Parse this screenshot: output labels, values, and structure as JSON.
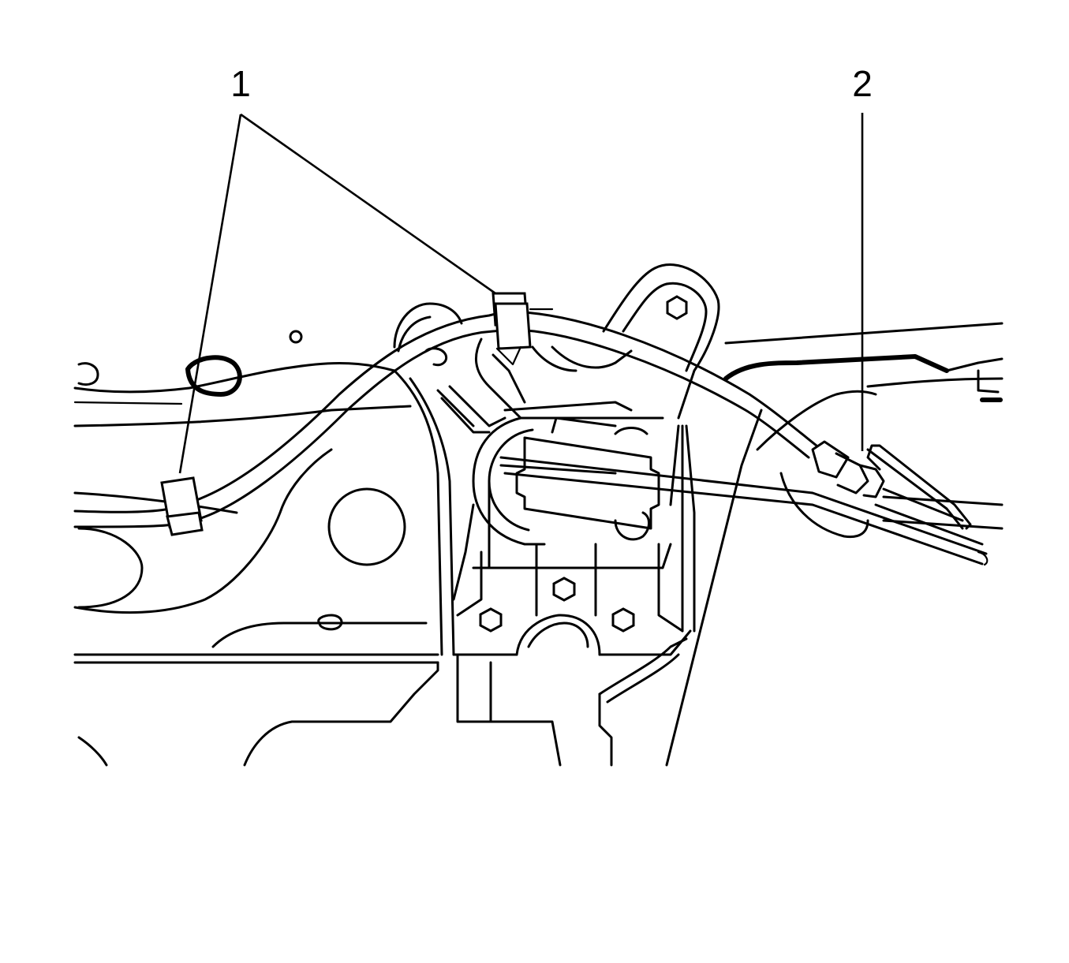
{
  "callouts": [
    {
      "id": "1",
      "label": "1"
    },
    {
      "id": "2",
      "label": "2"
    }
  ],
  "colors": {
    "line": "#000000",
    "background": "#ffffff"
  },
  "icons": [
    "clip-icon",
    "bolt-icon",
    "fitting-icon"
  ]
}
